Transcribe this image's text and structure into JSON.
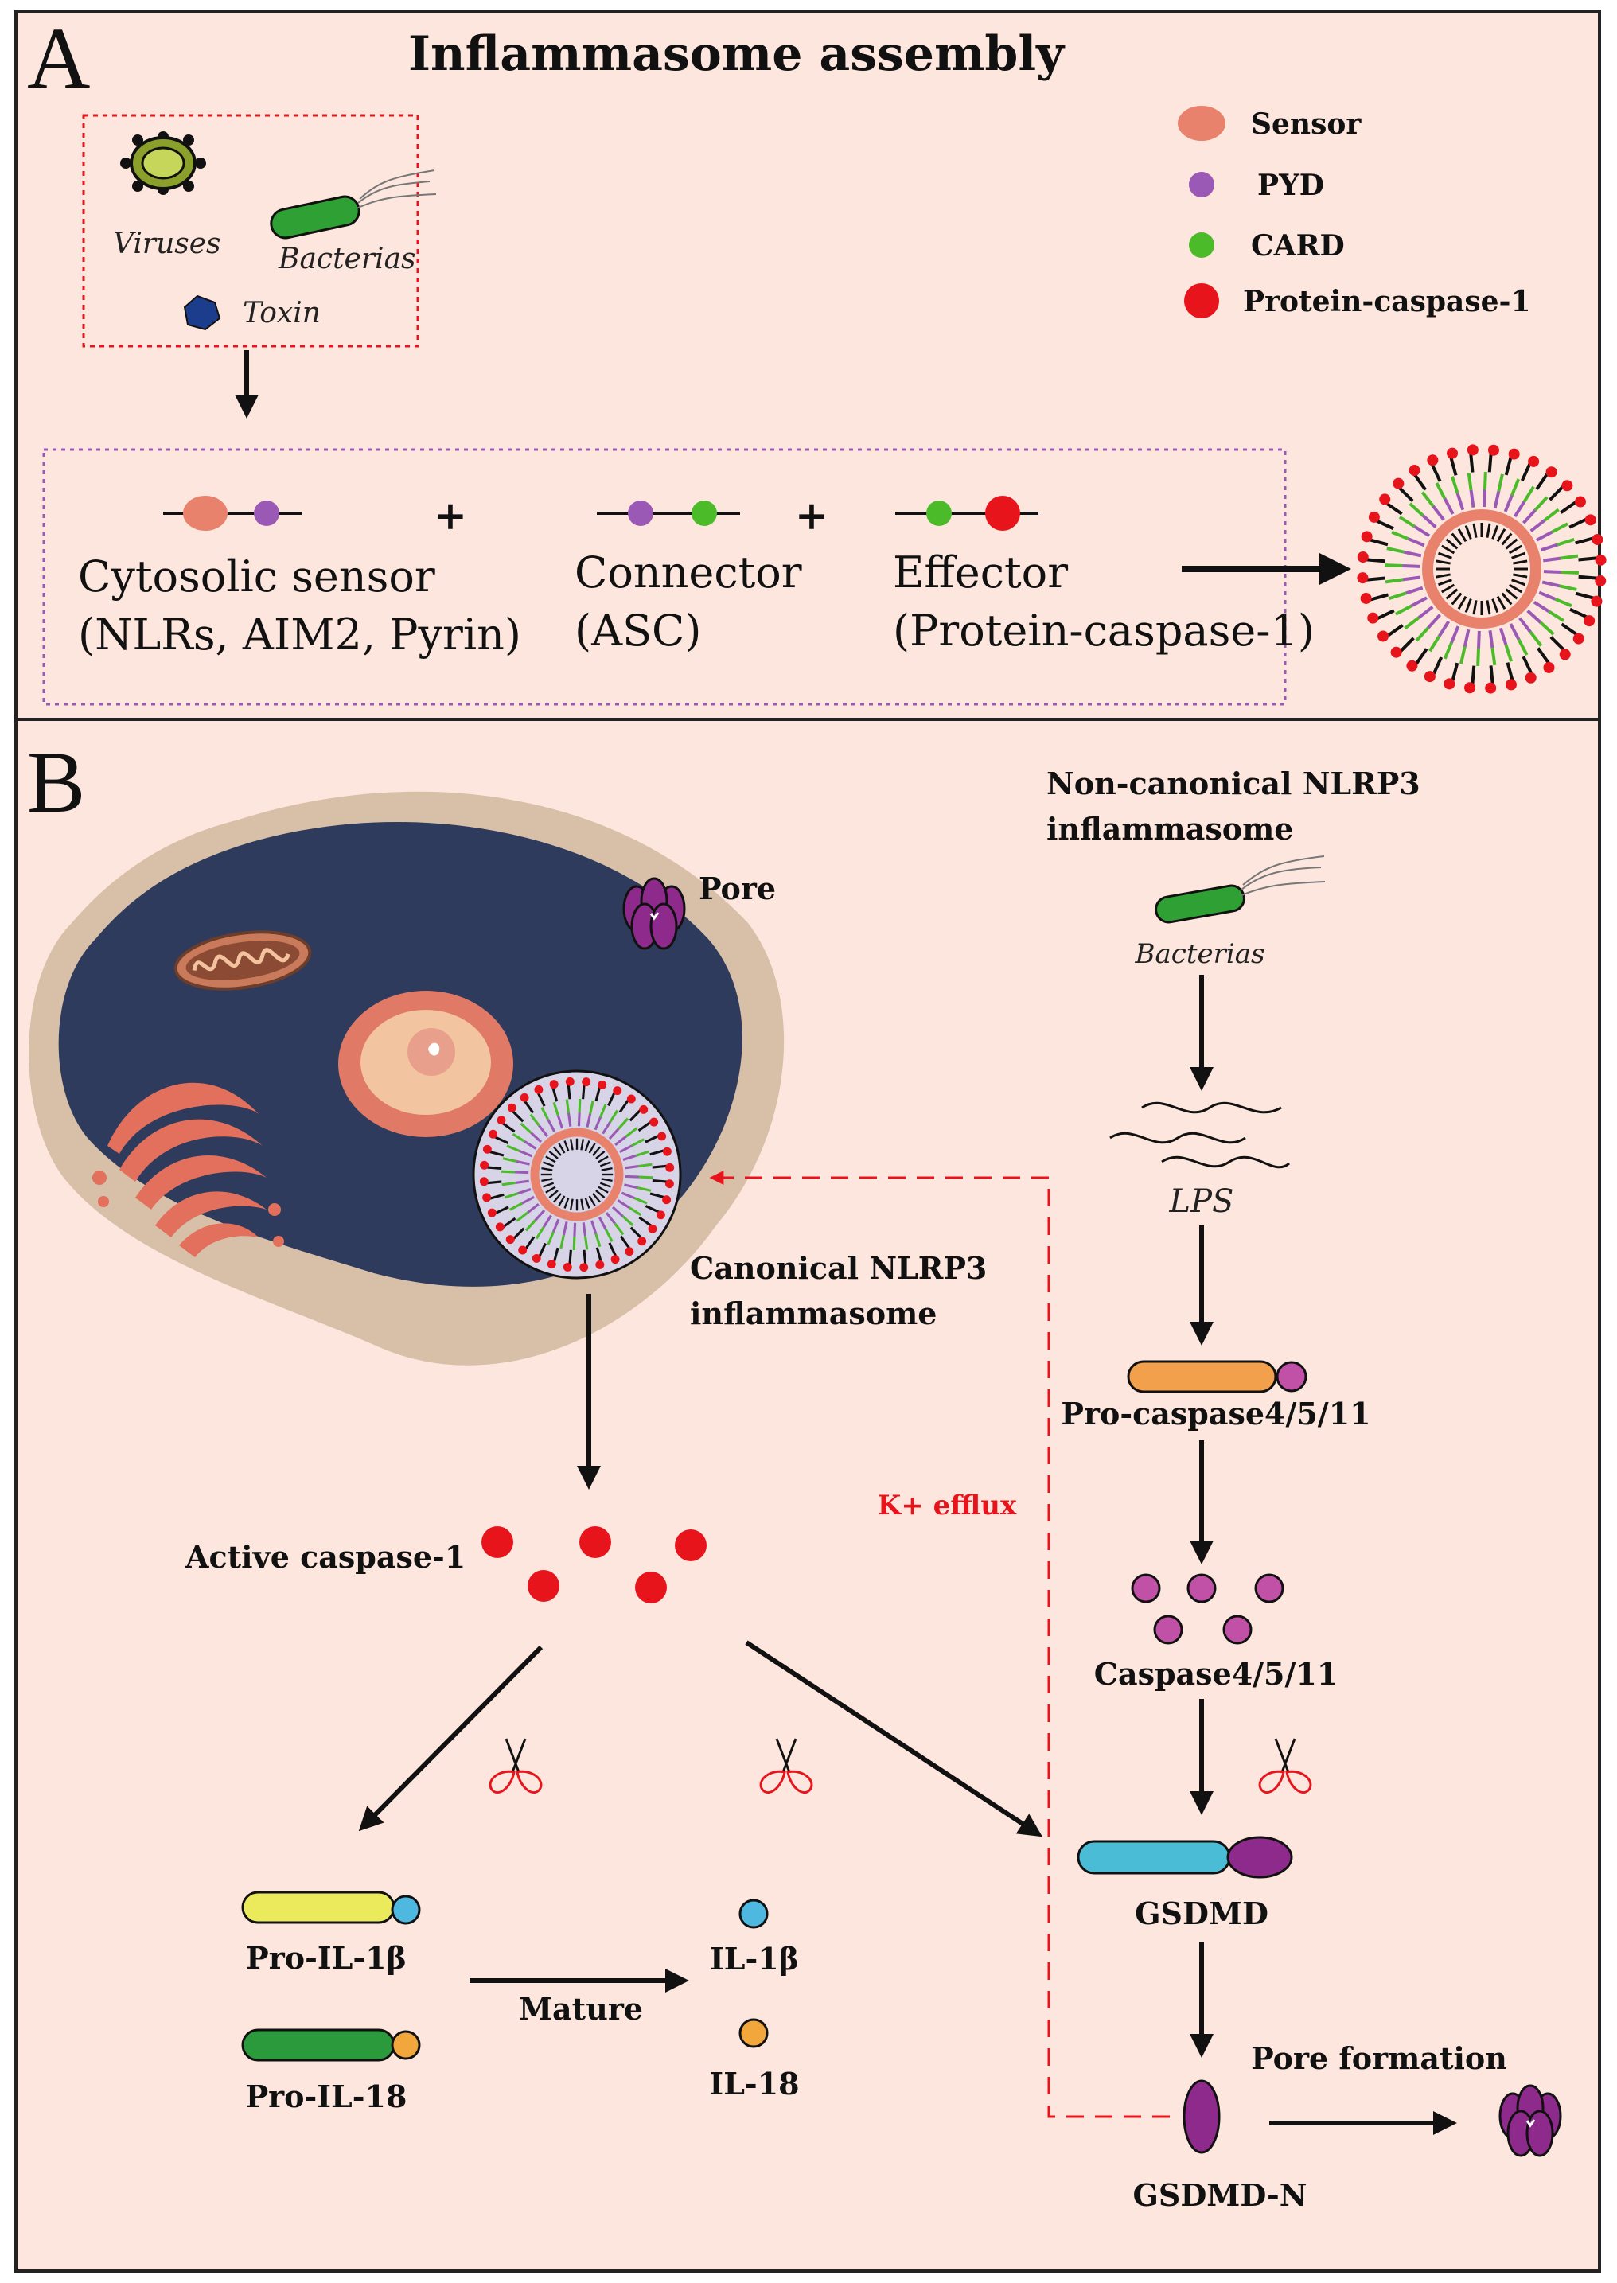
{
  "panelA": {
    "letter": "A",
    "title": "Inflammasome assembly",
    "pathogens": {
      "viruses": "Viruses",
      "bacterias": "Bacterias",
      "toxin": "Toxin"
    },
    "legend": [
      {
        "label": "Sensor",
        "icon": "sensor-ellipse",
        "color": "#e8826c"
      },
      {
        "label": "PYD",
        "icon": "pyd-dot",
        "color": "#9b59b6"
      },
      {
        "label": "CARD",
        "icon": "card-dot",
        "color": "#4cbb2a"
      },
      {
        "label": "Protein-caspase-1",
        "icon": "caspase-dot",
        "color": "#e8141c"
      }
    ],
    "components": {
      "sensor_line1": "Cytosolic sensor",
      "sensor_line2": "(NLRs, AIM2, Pyrin)",
      "connector_line1": "Connector",
      "connector_line2": "(ASC)",
      "effector_line1": "Effector",
      "effector_line2": "(Protein-caspase-1)",
      "plus": "+"
    }
  },
  "panelB": {
    "letter": "B",
    "pore": "Pore",
    "noncanonical_line1": "Non-canonical NLRP3",
    "noncanonical_line2": "inflammasome",
    "bacterias": "Bacterias",
    "lps": "LPS",
    "canonical_line1": "Canonical NLRP3",
    "canonical_line2": "inflammasome",
    "pro_caspase": "Pro-caspase4/5/11",
    "k_efflux": "K+ efflux",
    "active_caspase": "Active caspase-1",
    "caspase4511": "Caspase4/5/11",
    "gsdmd": "GSDMD",
    "pro_il1b": "Pro-IL-1β",
    "pro_il18": "Pro-IL-18",
    "mature": "Mature",
    "il1b": "IL-1β",
    "il18": "IL-18",
    "pore_formation": "Pore formation",
    "gsdmd_n": "GSDMD-N"
  },
  "colors": {
    "background": "#fde6dd",
    "cell_outer": "#d8bfa8",
    "cell_inner": "#2e3b5c",
    "sensor": "#e8826c",
    "pyd": "#9b59b6",
    "card": "#4cbb2a",
    "caspase": "#e8141c",
    "pore": "#8e2a8c",
    "dashed_red": "#e8141c"
  }
}
